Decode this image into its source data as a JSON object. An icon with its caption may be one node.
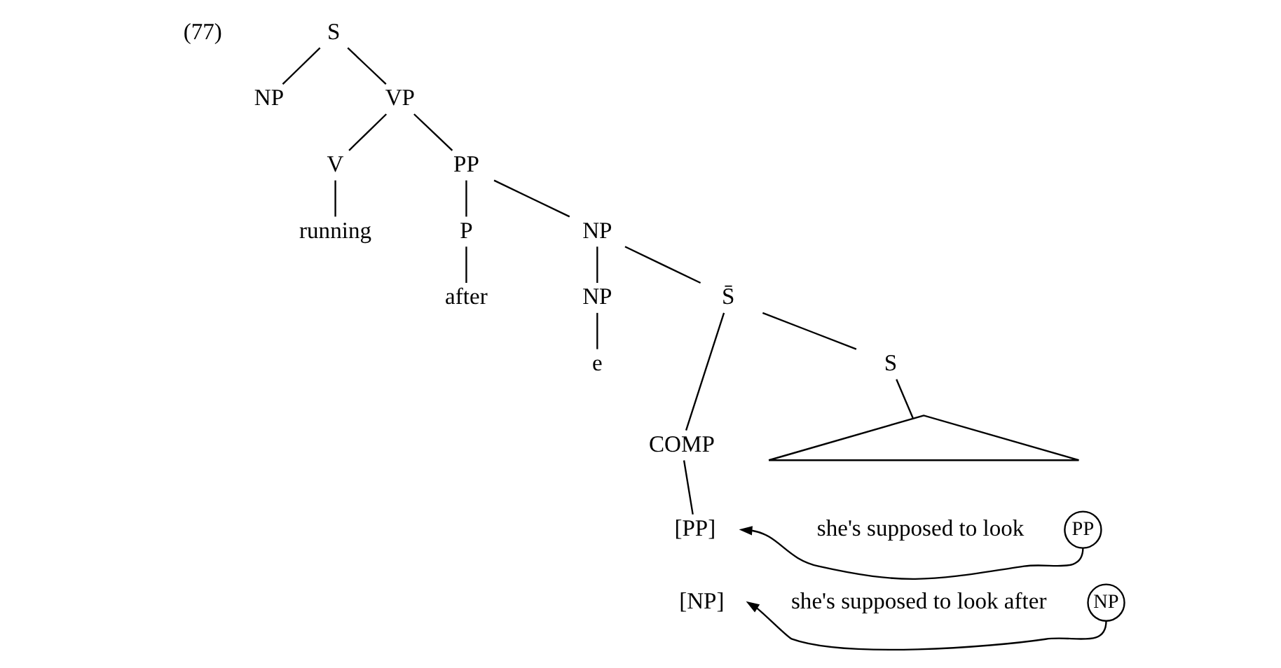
{
  "diagram": {
    "nodes": [
      {
        "text": [
          "S"
        ]
      },
      {
        "text": [
          "NP"
        ]
      },
      {
        "text": [
          "VP"
        ]
      },
      {
        "text": [
          "V"
        ]
      },
      {
        "text": [
          "PP"
        ]
      },
      {
        "text": [
          "running"
        ]
      },
      {
        "text": [
          "P"
        ]
      },
      {
        "text": [
          "NP"
        ]
      },
      {
        "text": [
          "after"
        ]
      },
      {
        "text": [
          "NP"
        ]
      },
      {
        "text": [
          "S̄"
        ]
      },
      {
        "text": [
          "e"
        ]
      },
      {
        "text": [
          "COMP"
        ]
      },
      {
        "text": [
          "S"
        ]
      },
      {
        "text": [],
        "shape": "triangle"
      },
      {
        "text": [
          "[PP]"
        ]
      },
      {
        "text": [
          "[NP]"
        ]
      },
      {
        "text": [
          "she's supposed to look"
        ]
      },
      {
        "text": [
          "PP"
        ]
      },
      {
        "text": [
          "she's supposed to look after"
        ]
      },
      {
        "text": [
          "NP"
        ]
      }
    ],
    "edges": [
      {
        "from": 0,
        "to": 1,
        "arrow": "none"
      },
      {
        "from": 0,
        "to": 2,
        "arrow": "none"
      },
      {
        "from": 2,
        "to": 3,
        "arrow": "none"
      },
      {
        "from": 2,
        "to": 4,
        "arrow": "none"
      },
      {
        "from": 3,
        "to": 5,
        "arrow": "none"
      },
      {
        "from": 4,
        "to": 6,
        "arrow": "none"
      },
      {
        "from": 4,
        "to": 7,
        "arrow": "none"
      },
      {
        "from": 6,
        "to": 8,
        "arrow": "none"
      },
      {
        "from": 7,
        "to": 9,
        "arrow": "none"
      },
      {
        "from": 7,
        "to": 10,
        "arrow": "none"
      },
      {
        "from": 9,
        "to": 11,
        "arrow": "none"
      },
      {
        "from": 10,
        "to": 12,
        "arrow": "none"
      },
      {
        "from": 10,
        "to": 13,
        "arrow": "none"
      },
      {
        "from": 13,
        "to": 14,
        "arrow": "none"
      },
      {
        "from": 12,
        "to": 15,
        "arrow": "none"
      },
      {
        "from": 18,
        "to": 15,
        "arrow": "to"
      },
      {
        "from": 20,
        "to": 16,
        "arrow": "to"
      }
    ],
    "labels": [
      "(77)"
    ]
  }
}
